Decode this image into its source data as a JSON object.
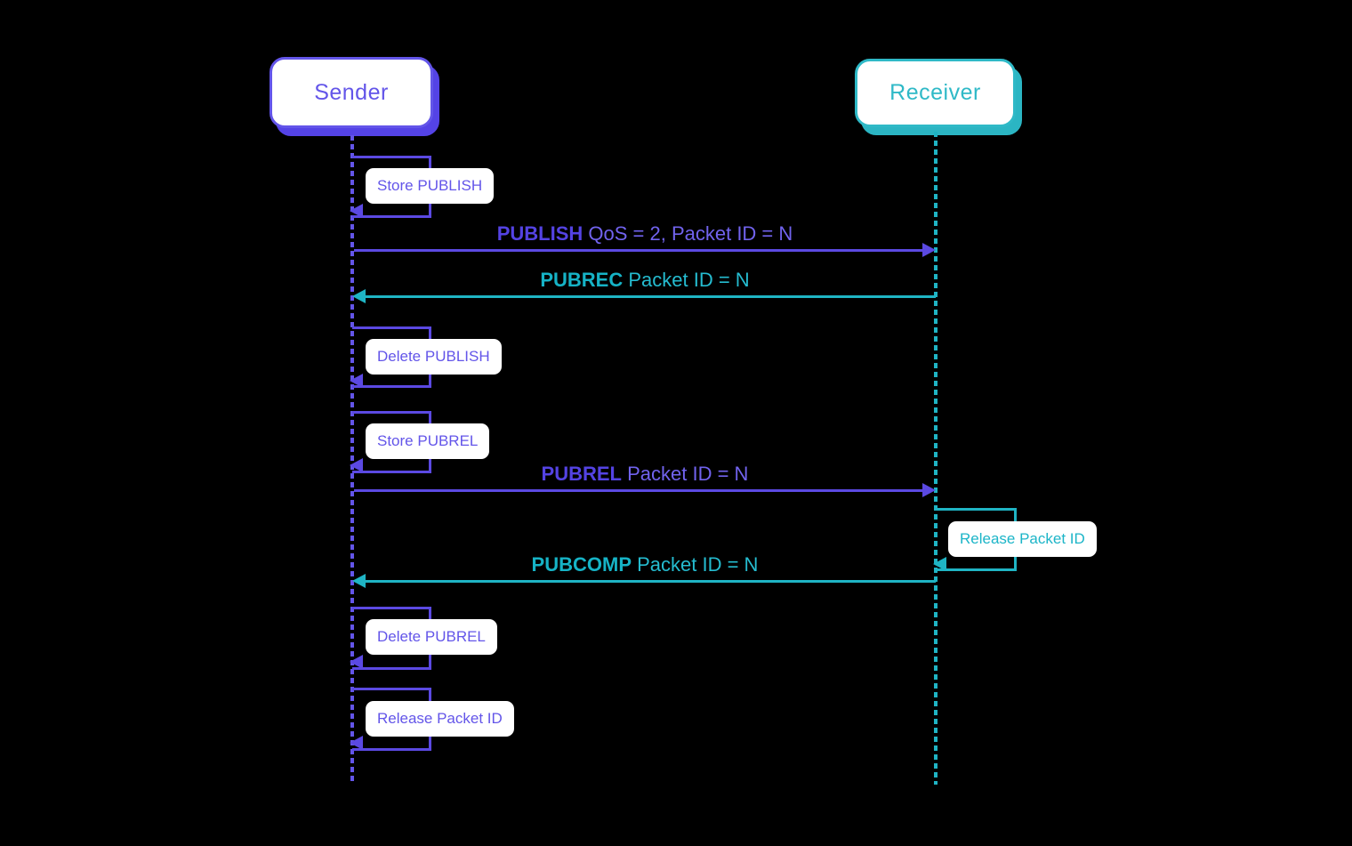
{
  "diagram": {
    "type": "sequence",
    "actors": [
      {
        "id": "sender",
        "label": "Sender"
      },
      {
        "id": "receiver",
        "label": "Receiver"
      }
    ],
    "self_actions": [
      {
        "actor": "sender",
        "label": "Store PUBLISH"
      },
      {
        "actor": "sender",
        "label": "Delete PUBLISH"
      },
      {
        "actor": "sender",
        "label": "Store PUBREL"
      },
      {
        "actor": "receiver",
        "label": "Release Packet ID"
      },
      {
        "actor": "sender",
        "label": "Delete PUBREL"
      },
      {
        "actor": "sender",
        "label": "Release Packet ID"
      }
    ],
    "messages": [
      {
        "keyword": "PUBLISH",
        "detail": " QoS = 2, Packet ID = N",
        "from": "sender",
        "to": "receiver"
      },
      {
        "keyword": "PUBREC",
        "detail": " Packet ID = N",
        "from": "receiver",
        "to": "sender"
      },
      {
        "keyword": "PUBREL",
        "detail": " Packet ID = N",
        "from": "sender",
        "to": "receiver"
      },
      {
        "keyword": "PUBCOMP",
        "detail": " Packet ID = N",
        "from": "receiver",
        "to": "sender"
      }
    ],
    "colors": {
      "purple": "#5b49e2",
      "teal": "#1fb4c4",
      "background": "#000000",
      "box_fill": "#ffffff"
    }
  }
}
